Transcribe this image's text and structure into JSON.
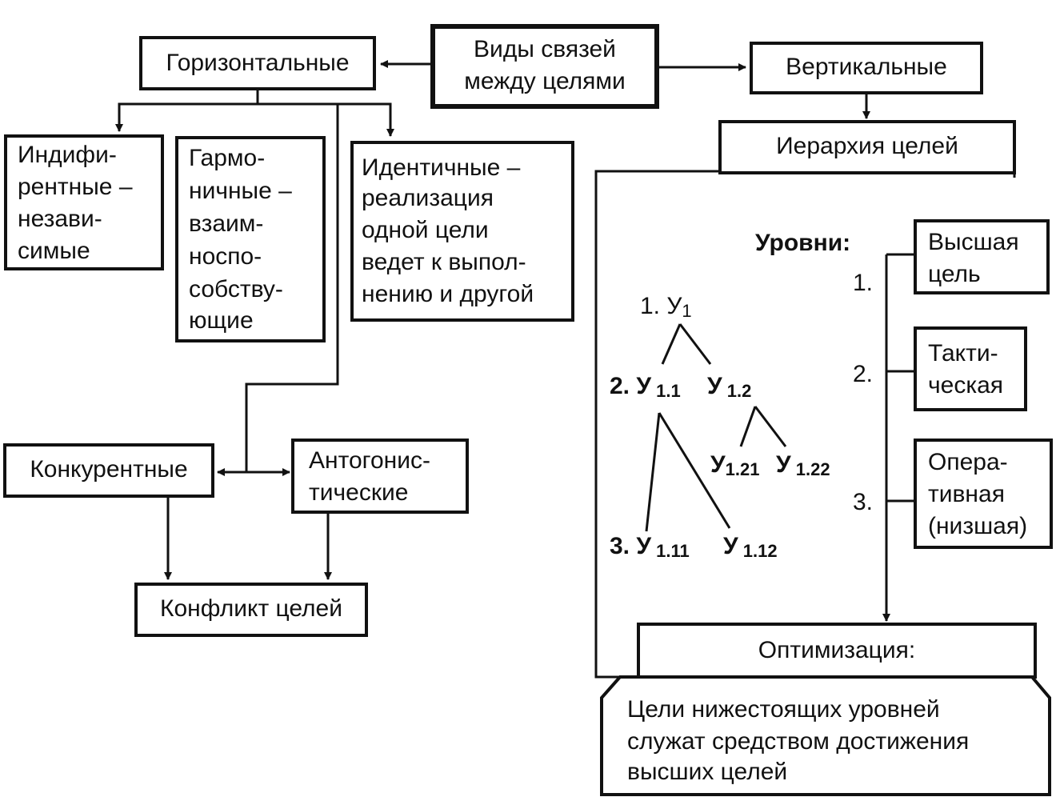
{
  "root": [
    "Виды связей",
    "между целями"
  ],
  "horizontal": "Горизонтальные",
  "vertical": "Вертикальные",
  "indifferent": [
    "Индифи-",
    "рентные –",
    "незави-",
    "симые"
  ],
  "harmonious": [
    "Гармо-",
    "ничные –",
    "взаим-",
    "носпо-",
    "собству-",
    "ющие"
  ],
  "identical": [
    "Идентичные –",
    "реализация",
    "одной цели",
    "ведет к выпол-",
    "нению и другой"
  ],
  "competitive": "Конкурентные",
  "antagonistic": [
    "Антогонис-",
    "тические"
  ],
  "conflict": "Конфликт целей",
  "hierarchy": "Иерархия целей",
  "levels_title": "Уровни:",
  "tree": {
    "n1": {
      "prefix": "1. У",
      "sub": "1"
    },
    "n11": {
      "prefix": "2. У",
      "sub": " 1.1"
    },
    "n12": {
      "prefix": "У",
      "sub": " 1.2"
    },
    "n121": {
      "prefix": "У",
      "sub": "1.21"
    },
    "n122": {
      "prefix": "У",
      "sub": " 1.22"
    },
    "n111": {
      "prefix": "3. У",
      "sub": " 1.11"
    },
    "n112": {
      "prefix": "У",
      "sub": " 1.12"
    }
  },
  "level_numbers": [
    "1.",
    "2.",
    "3."
  ],
  "levels": [
    [
      "Высшая",
      "цель"
    ],
    [
      "Такти-",
      "ческая"
    ],
    [
      "Опера-",
      "тивная",
      "(низшая)"
    ]
  ],
  "optimization": "Оптимизация:",
  "conclusion": [
    "Цели нижестоящих уровней",
    "служат средством достижения",
    "высших целей"
  ]
}
